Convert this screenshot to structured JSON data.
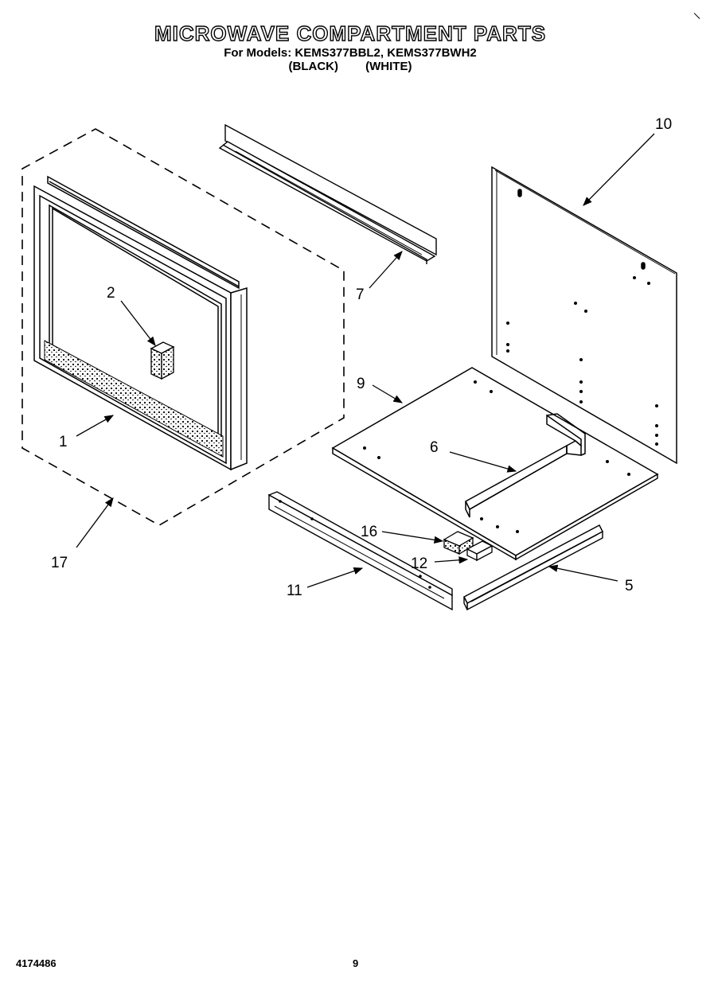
{
  "header": {
    "title": "MICROWAVE COMPARTMENT PARTS",
    "models": "For Models: KEMS377BBL2, KEMS377BWH2",
    "variant_black": "(BLACK)",
    "variant_white": "(WHITE)"
  },
  "callouts": {
    "c1": "1",
    "c2": "2",
    "c5": "5",
    "c6": "6",
    "c7": "7",
    "c9": "9",
    "c10": "10",
    "c11": "11",
    "c12": "12",
    "c16": "16",
    "c17": "17"
  },
  "footer": {
    "doc_number": "4174486",
    "page_number": "9"
  }
}
